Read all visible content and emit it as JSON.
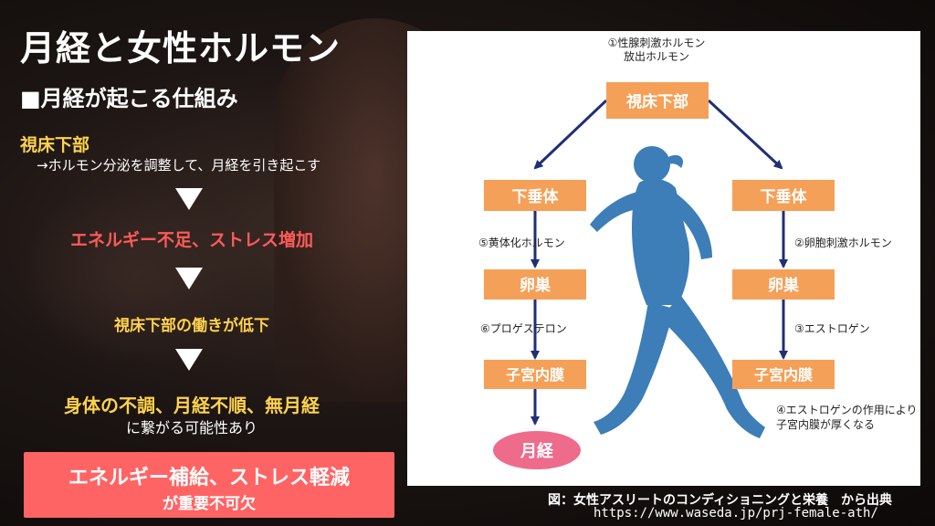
{
  "slide": {
    "title": "月経と女性ホルモン",
    "subtitle": "■月経が起こる仕組み",
    "step1_heading": "視床下部",
    "step1_detail": "→ホルモン分泌を調整して、月経を引き起こす",
    "step2": "エネルギー不足、ストレス増加",
    "step3": "視床下部の働きが低下",
    "step4_heading": "身体の不調、月経不順、無月経",
    "step4_detail": "に繋がる可能性あり",
    "conclusion_line1": "エネルギー補給、ストレス軽減",
    "conclusion_line2": "が重要不可欠"
  },
  "diagram": {
    "top_label_line1": "①性腺刺激ホルモン",
    "top_label_line2": "放出ホルモン",
    "hypothalamus": "視床下部",
    "left_pituitary": "下垂体",
    "right_pituitary": "下垂体",
    "left_hormone": "⑤黄体化ホルモン",
    "right_hormone": "②卵胞刺激ホルモン",
    "left_ovary": "卵巣",
    "right_ovary": "卵巣",
    "left_progesterone": "⑥プロゲステロン",
    "right_estrogen": "③エストロゲン",
    "left_endometrium": "子宮内膜",
    "right_endometrium": "子宮内膜",
    "menstruation": "月経",
    "note_line1": "④エストロゲンの作用により",
    "note_line2": "子宮内膜が厚くなる"
  },
  "colors": {
    "box_orange": "#f5a058",
    "arrow_navy": "#1f2f78",
    "menses_pink": "#ee6b8c",
    "runner_blue": "#3d7db8",
    "highlight_red": "#ff5a5a",
    "highlight_yellow": "#ffd34d"
  },
  "caption": {
    "line1": "図：女性アスリートのコンディショニングと栄養　から出典",
    "line2": "https://www.waseda.jp/prj-female-ath/"
  }
}
